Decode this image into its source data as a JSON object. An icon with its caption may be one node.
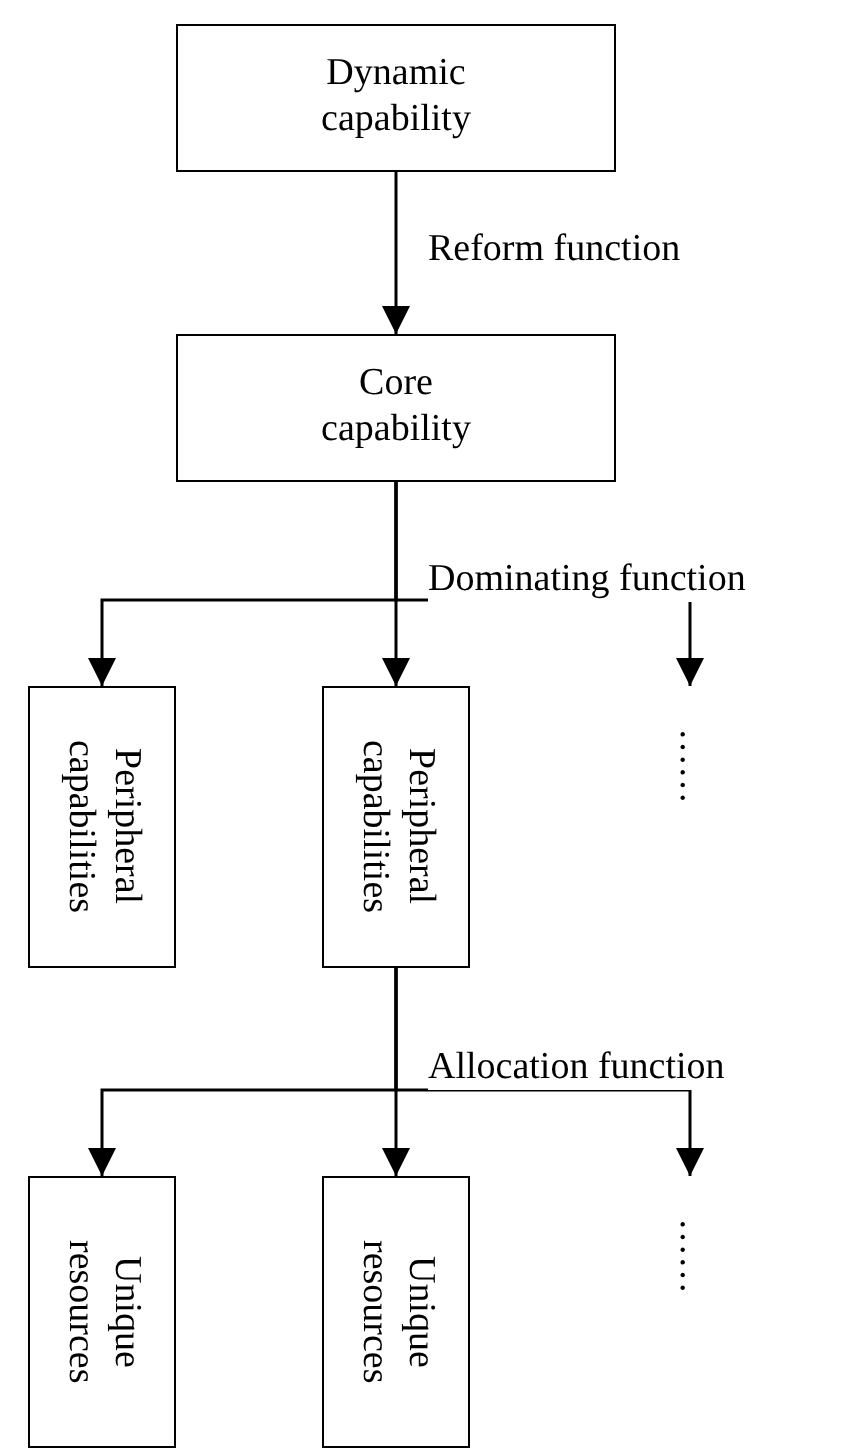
{
  "diagram": {
    "nodes": [
      {
        "text": [
          "Dynamic capability"
        ]
      },
      {
        "text": [
          "Core capability"
        ]
      },
      {
        "text": [
          "Peripheral capabilities"
        ]
      },
      {
        "text": [
          "Peripheral capabilities"
        ]
      },
      {
        "text": [
          "……"
        ]
      },
      {
        "text": [
          "Unique resources"
        ]
      },
      {
        "text": [
          "Unique resources"
        ]
      },
      {
        "text": [
          "……"
        ]
      }
    ],
    "edges": [
      {
        "from": 0,
        "to": 1,
        "arrow": "to",
        "label": "Reform function"
      },
      {
        "from": 1,
        "to": 2,
        "arrow": "to"
      },
      {
        "from": 1,
        "to": 3,
        "arrow": "to",
        "label": "Dominating function"
      },
      {
        "from": 1,
        "to": 4,
        "arrow": "to"
      },
      {
        "from": 3,
        "to": 5,
        "arrow": "to"
      },
      {
        "from": 3,
        "to": 6,
        "arrow": "to",
        "label": "Allocation function"
      },
      {
        "from": 3,
        "to": 7,
        "arrow": "to"
      }
    ]
  }
}
